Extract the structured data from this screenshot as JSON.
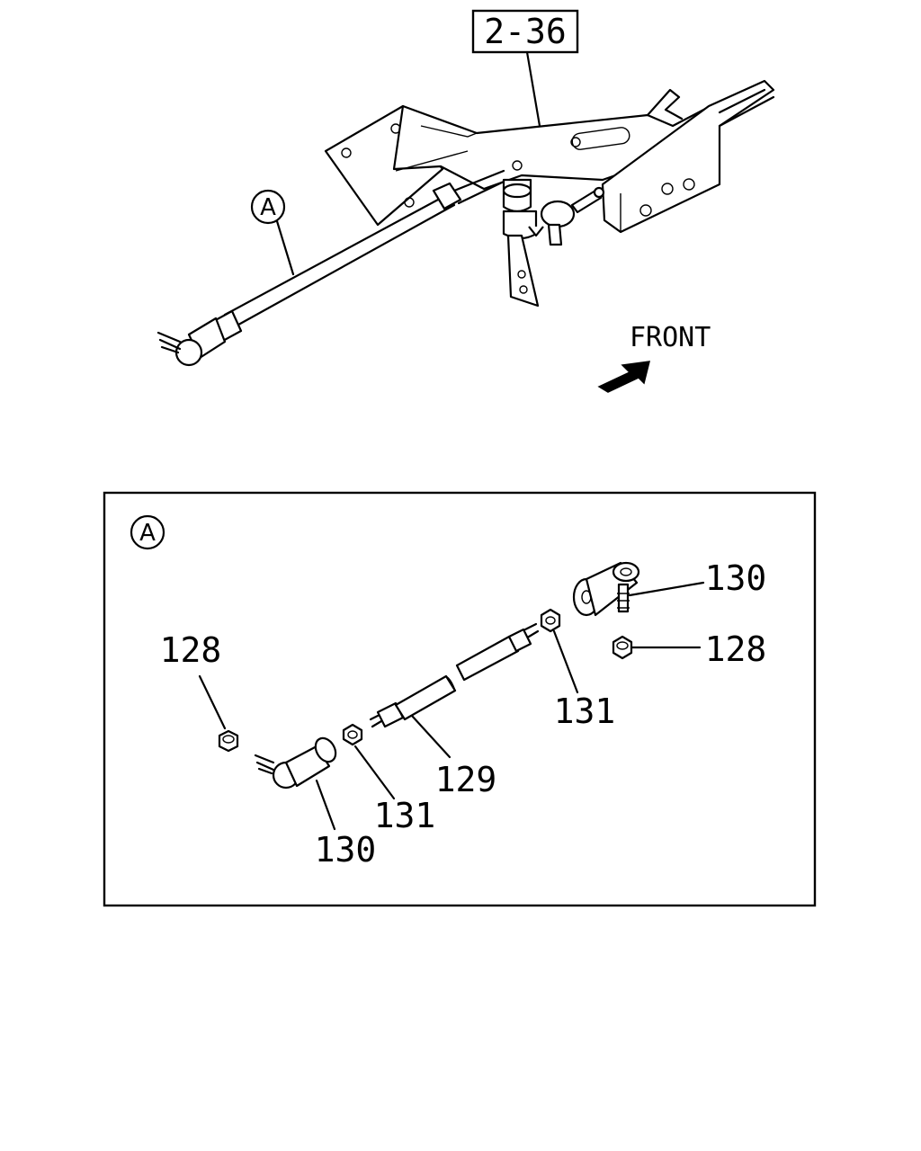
{
  "reference_box": "2-36",
  "front_label": "FRONT",
  "detail_marker": "A",
  "detail_box": {
    "marker": "A",
    "callouts": {
      "nut_left": "128",
      "nut_right": "128",
      "rod": "129",
      "ball_joint_left": "130",
      "ball_joint_right": "130",
      "lock_nut_left": "131",
      "lock_nut_right": "131"
    }
  }
}
